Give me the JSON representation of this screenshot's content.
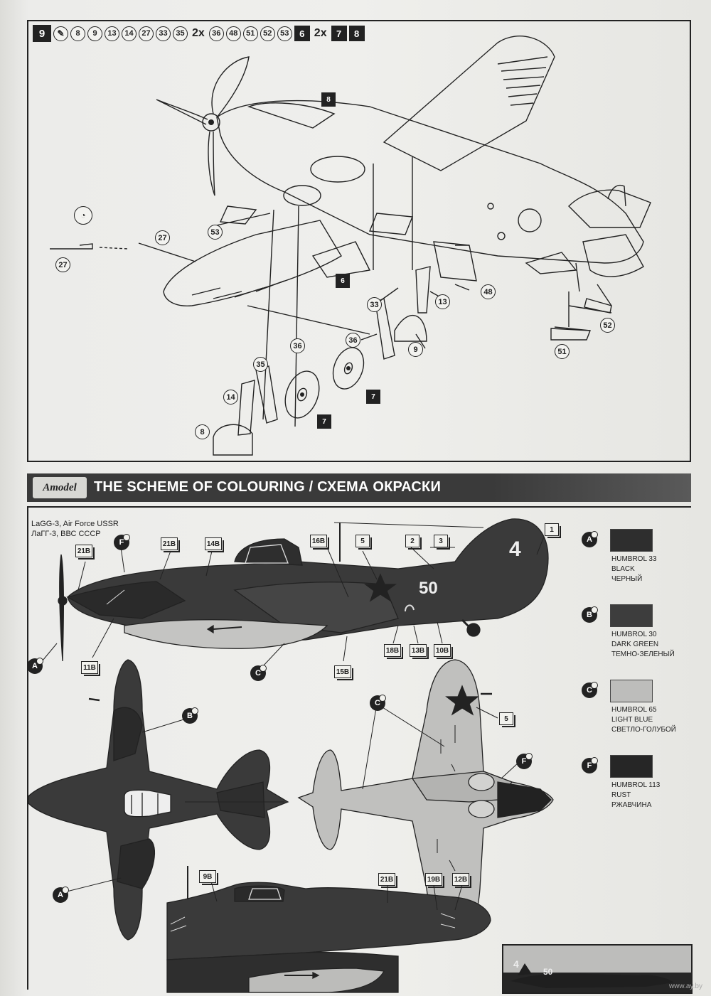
{
  "assembly": {
    "step": "9",
    "parts": [
      "8",
      "9",
      "13",
      "14",
      "27",
      "33",
      "35"
    ],
    "mult_1": "2x",
    "parts_2": [
      "36",
      "48",
      "51",
      "52",
      "53"
    ],
    "black_part_1": "6",
    "mult_2": "2x",
    "black_parts_2": [
      "7",
      "8"
    ],
    "labels": {
      "p8top": "8",
      "p6": "6",
      "p7a": "7",
      "p7b": "7",
      "c27a": "27",
      "c27b": "27",
      "c53": "53",
      "c33": "33",
      "c13": "13",
      "c48": "48",
      "c36a": "36",
      "c9": "9",
      "c52": "52",
      "c51": "51",
      "c36b": "36",
      "c35": "35",
      "c14": "14",
      "c8": "8"
    }
  },
  "banner": {
    "logo": "Amodel",
    "title": "THE SCHEME OF COLOURING / СХЕМА ОКРАСКИ"
  },
  "aircraft": {
    "line1": "LaGG-3, Air Force USSR",
    "line2": "ЛаГГ-3, ВВС СССР",
    "tail_number": "4",
    "fuselage_number": "50"
  },
  "decals": {
    "d1": "1",
    "d2": "2",
    "d3": "3",
    "d5a": "5",
    "d5b": "5",
    "d21a": "21B",
    "d21b": "21B",
    "d21c": "21B",
    "d14": "14B",
    "d16": "16B",
    "d11": "11B",
    "d18": "18B",
    "d13": "13B",
    "d10": "10B",
    "d15": "15B",
    "d9": "9B",
    "d19": "19B",
    "d12": "12B"
  },
  "paint_letters": {
    "A": "A",
    "B": "B",
    "C": "C",
    "F": "F"
  },
  "legend": [
    {
      "letter": "A",
      "line1": "HUMBROL 33",
      "line2": "BLACK",
      "line3": "ЧЕРНЫЙ",
      "color": "#2e2e2e"
    },
    {
      "letter": "B",
      "line1": "HUMBROL 30",
      "line2": "DARK GREEN",
      "line3": "ТЕМНО-ЗЕЛЕНЫЙ",
      "color": "#3d3d3d"
    },
    {
      "letter": "C",
      "line1": "HUMBROL 65",
      "line2": "LIGHT BLUE",
      "line3": "СВЕТЛО-ГОЛУБОЙ",
      "color": "#bdbdbb"
    },
    {
      "letter": "F",
      "line1": "HUMBROL 113",
      "line2": "RUST",
      "line3": "РЖАВЧИНА",
      "color": "#262626"
    }
  ],
  "photo": {
    "tail": "4",
    "fuselage": "50"
  },
  "watermark": "www.ay.by"
}
